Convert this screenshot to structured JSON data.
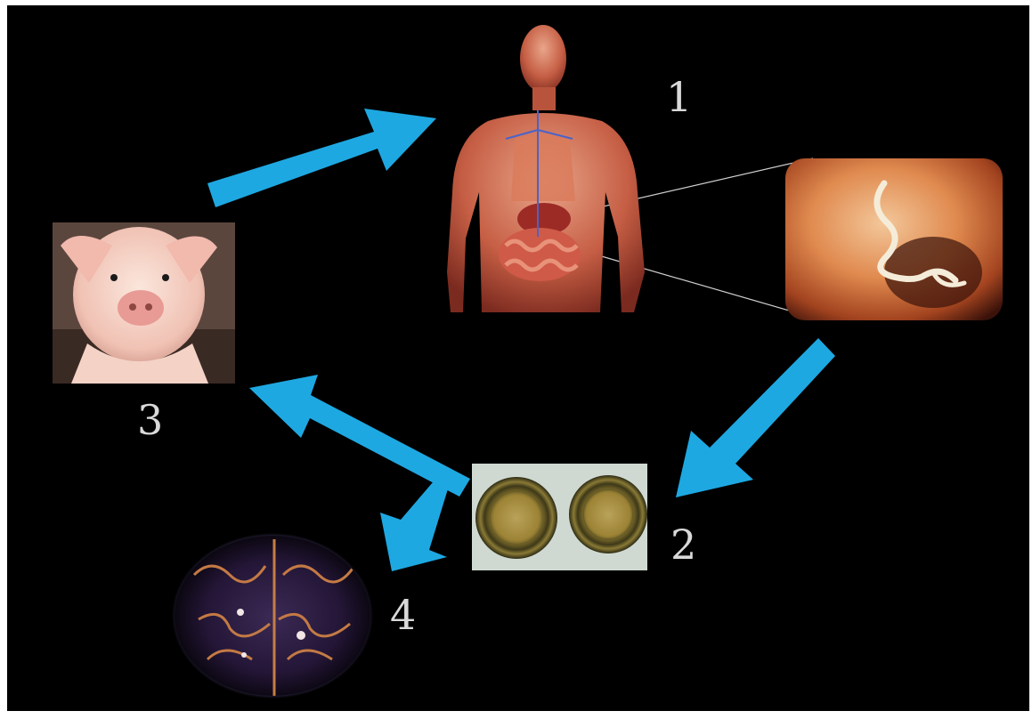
{
  "diagram": {
    "labels": {
      "human": "1",
      "eggs": "2",
      "pig": "3",
      "brain": "4"
    },
    "colors": {
      "background": "#000000",
      "arrow": "#1ea8e2",
      "label": "#d9d9d9",
      "connector": "#cfcfcf"
    },
    "nodes": [
      {
        "id": "human",
        "icon": "human-anatomy-image"
      },
      {
        "id": "intestine",
        "icon": "intestinal-worm-image"
      },
      {
        "id": "eggs",
        "icon": "parasite-eggs-image"
      },
      {
        "id": "pig",
        "icon": "pig-image"
      },
      {
        "id": "brain",
        "icon": "brain-image"
      }
    ],
    "edges": [
      {
        "from": "pig",
        "to": "human"
      },
      {
        "from": "intestine",
        "to": "eggs"
      },
      {
        "from": "eggs",
        "to": "pig"
      },
      {
        "from": "eggs",
        "to": "brain"
      }
    ]
  }
}
